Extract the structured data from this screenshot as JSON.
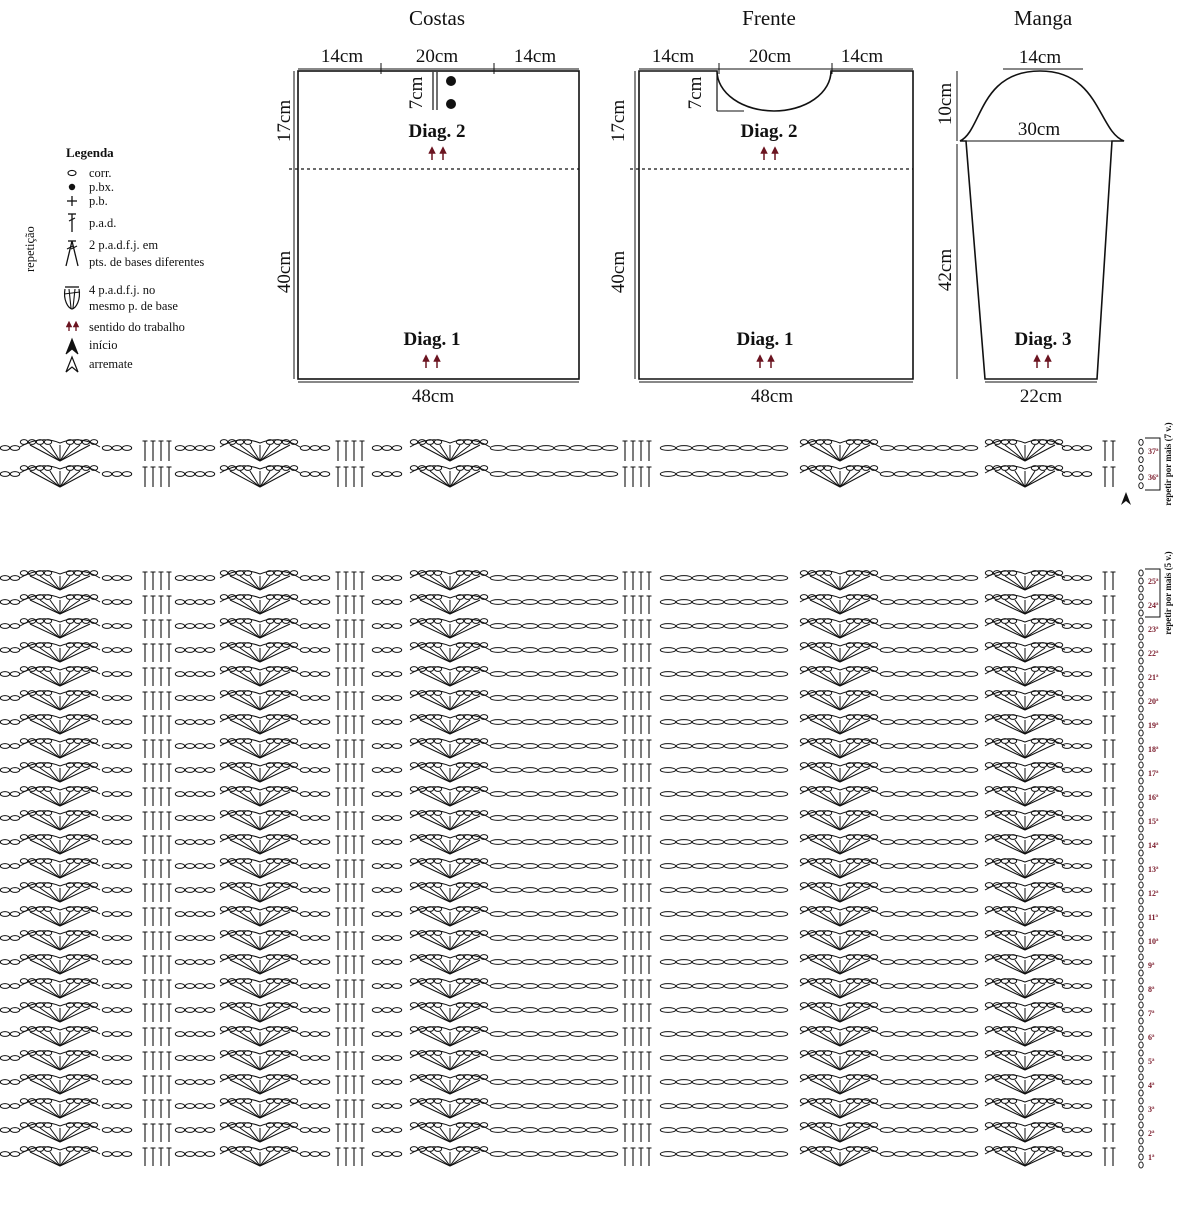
{
  "titles": {
    "back": "Costas",
    "front": "Frente",
    "sleeve": "Manga"
  },
  "back": {
    "top_left": "14cm",
    "top_mid": "20cm",
    "top_right": "14cm",
    "neck_depth": "7cm",
    "upper_height": "17cm",
    "lower_height": "40cm",
    "bottom": "48cm",
    "diag_upper": "Diag. 2",
    "diag_lower": "Diag. 1"
  },
  "front": {
    "top_left": "14cm",
    "top_mid": "20cm",
    "top_right": "14cm",
    "neck_depth": "7cm",
    "upper_height": "17cm",
    "lower_height": "40cm",
    "bottom": "48cm",
    "diag_upper": "Diag. 2",
    "diag_lower": "Diag. 1"
  },
  "sleeve": {
    "top": "14cm",
    "cap_height": "10cm",
    "width": "30cm",
    "length": "42cm",
    "bottom": "22cm",
    "diag": "Diag. 3"
  },
  "legend": {
    "title": "Legenda",
    "items": [
      {
        "icon": "chain-stitch-icon",
        "text": "corr."
      },
      {
        "icon": "slip-stitch-icon",
        "text": "p.bx."
      },
      {
        "icon": "single-crochet-icon",
        "text": "p.b."
      },
      {
        "icon": "double-crochet-icon",
        "text": "p.a.d."
      },
      {
        "icon": "dc2tog-icon",
        "text": "2 p.a.d.f.j. em",
        "text2": "pts. de bases diferentes"
      },
      {
        "icon": "cluster-icon",
        "text": "4 p.a.d.f.j. no",
        "text2": "mesmo p. de base"
      },
      {
        "icon": "work-direction-icon",
        "text": "sentido do trabalho"
      },
      {
        "icon": "start-icon",
        "text": "início"
      },
      {
        "icon": "finish-icon",
        "text": "arremate"
      }
    ],
    "side_label": "repetição"
  },
  "chart2": {
    "rows": [
      "37ª",
      "36ª"
    ],
    "repeat_label": "repetir por mais (7 v.)"
  },
  "chart1": {
    "rows": [
      "25ª",
      "24ª",
      "23ª",
      "22ª",
      "21ª",
      "20ª",
      "19ª",
      "18ª",
      "17ª",
      "16ª",
      "15ª",
      "14ª",
      "13ª",
      "12ª",
      "11ª",
      "10ª",
      "9ª",
      "8ª",
      "7ª",
      "6ª",
      "5ª",
      "4ª",
      "3ª",
      "2ª",
      "1ª"
    ],
    "repeat_label": "repetir por mais (5 v.)"
  },
  "colors": {
    "ink": "#111111",
    "accent": "#6b1420"
  }
}
